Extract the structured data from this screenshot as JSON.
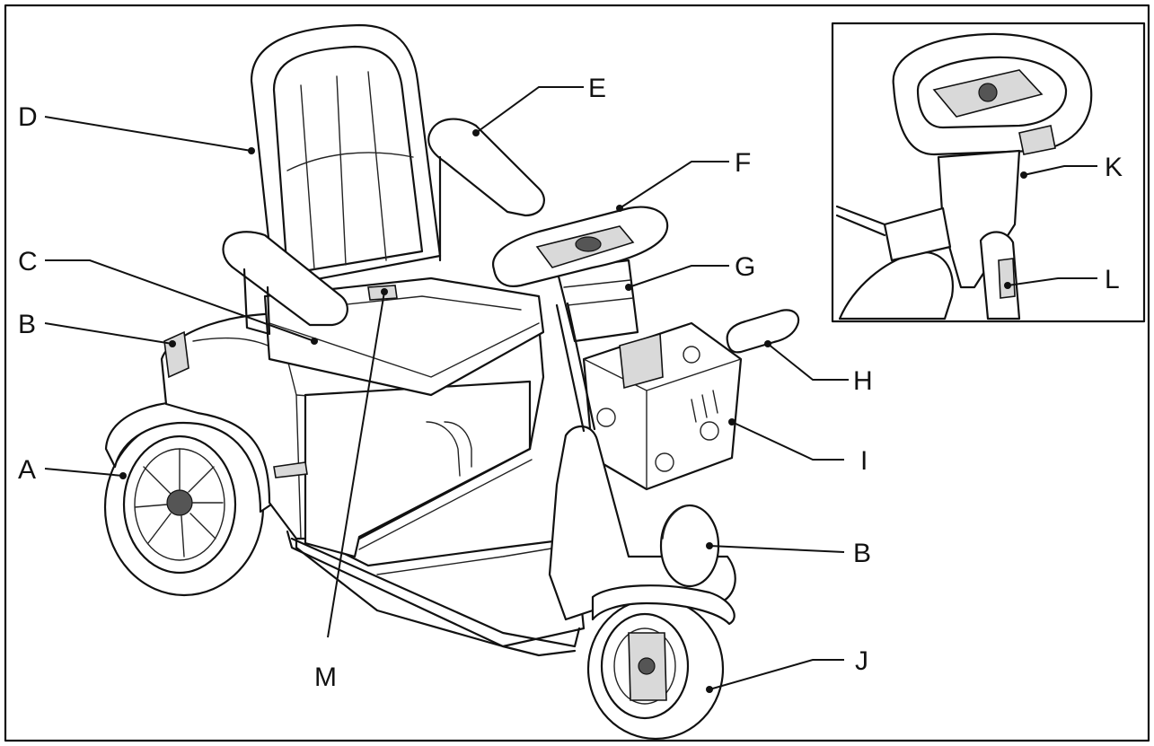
{
  "diagram": {
    "labels": {
      "A": "A",
      "B_rear": "B",
      "B_front": "B",
      "C": "C",
      "D": "D",
      "E": "E",
      "F": "F",
      "G": "G",
      "H": "H",
      "I": "I",
      "J": "J",
      "K": "K",
      "L": "L",
      "M": "M"
    }
  }
}
